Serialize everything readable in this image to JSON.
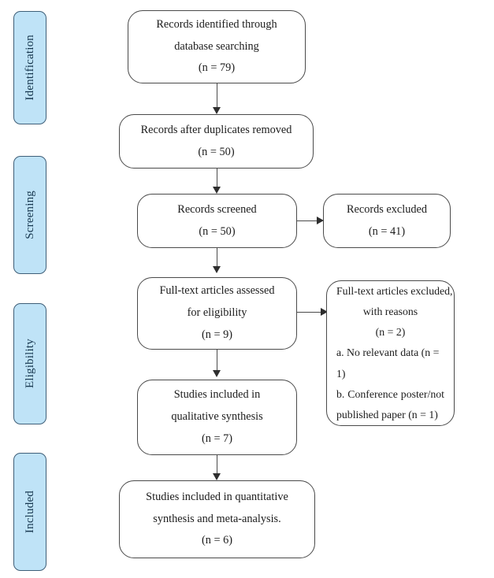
{
  "diagram": {
    "title": "PRISMA flow diagram",
    "type": "flowchart",
    "background_color": "#ffffff",
    "box_border_color": "#4a4a4a",
    "stage_fill_color": "#bfe3f7",
    "stage_border_color": "#3f5f78",
    "stage_text_color": "#17374f"
  },
  "stages": [
    {
      "label": "Identification"
    },
    {
      "label": "Screening"
    },
    {
      "label": "Eligibility"
    },
    {
      "label": "Included"
    }
  ],
  "boxes": {
    "identified": {
      "line1": "Records identified through",
      "line2": "database searching",
      "line3": "(n = 79)",
      "count": 79
    },
    "after_duplicates": {
      "line1": "Records after duplicates removed",
      "line2": "(n = 50)",
      "count": 50
    },
    "screened": {
      "line1": "Records screened",
      "line2": "(n = 50)",
      "count": 50
    },
    "records_excluded": {
      "line1": "Records excluded",
      "line2": "(n = 41)",
      "count": 41
    },
    "fulltext_assessed": {
      "line1": "Full-text articles assessed",
      "line2": "for eligibility",
      "line3": "(n = 9)",
      "count": 9
    },
    "fulltext_excluded": {
      "line1": "Full-text articles excluded,",
      "line2": "with reasons",
      "line3": "(n = 2)",
      "line4": "a. No relevant data (n = 1)",
      "line5": "b. Conference poster/not",
      "line6": "published paper (n = 1)",
      "count": 2
    },
    "qualitative": {
      "line1": "Studies included in",
      "line2": "qualitative synthesis",
      "line3": "(n = 7)",
      "count": 7
    },
    "quantitative": {
      "line1": "Studies included in quantitative",
      "line2": "synthesis and meta-analysis.",
      "line3": "(n = 6)",
      "count": 6
    }
  }
}
